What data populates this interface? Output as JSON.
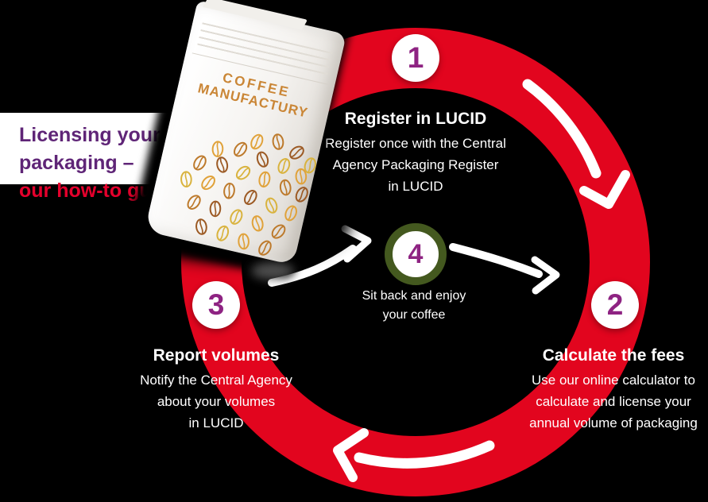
{
  "title": {
    "line1": "Licensing your packaging –",
    "line2": "our how-to guide"
  },
  "package": {
    "brand_line1": "COFFEE",
    "brand_line2": "MANUFACTURY"
  },
  "steps": [
    {
      "number": "1",
      "heading": "Register in LUCID",
      "body": [
        "Register once with the Central",
        "Agency Packaging Register",
        "in LUCID"
      ]
    },
    {
      "number": "2",
      "heading": "Calculate the fees",
      "body": [
        "Use our online calculator to",
        "calculate and license your",
        "annual volume of packaging"
      ]
    },
    {
      "number": "3",
      "heading": "Report volumes",
      "body": [
        "Notify the Central Agency",
        "about your volumes",
        "in LUCID"
      ]
    },
    {
      "number": "4",
      "heading": "",
      "body": [
        "Sit back and enjoy",
        "your coffee"
      ]
    }
  ],
  "icons": {
    "flow_arrow_top": "curved-arrow-clockwise",
    "flow_arrow_bottom": "curved-arrow-clockwise",
    "flow_arrow_to_center": "arrow-toward-center",
    "flow_arrow_from_center": "arrow-outward"
  },
  "colors": {
    "ring_red": "#e2051e",
    "title_purple": "#5f2577",
    "title_red": "#e4002c",
    "number_purple": "#8e2382",
    "center_green": "#44591f",
    "brand_orange": "#ca8636",
    "bean_palette": [
      "#e0a23a",
      "#bd7a2c",
      "#9c5a24",
      "#d9b33e"
    ]
  }
}
